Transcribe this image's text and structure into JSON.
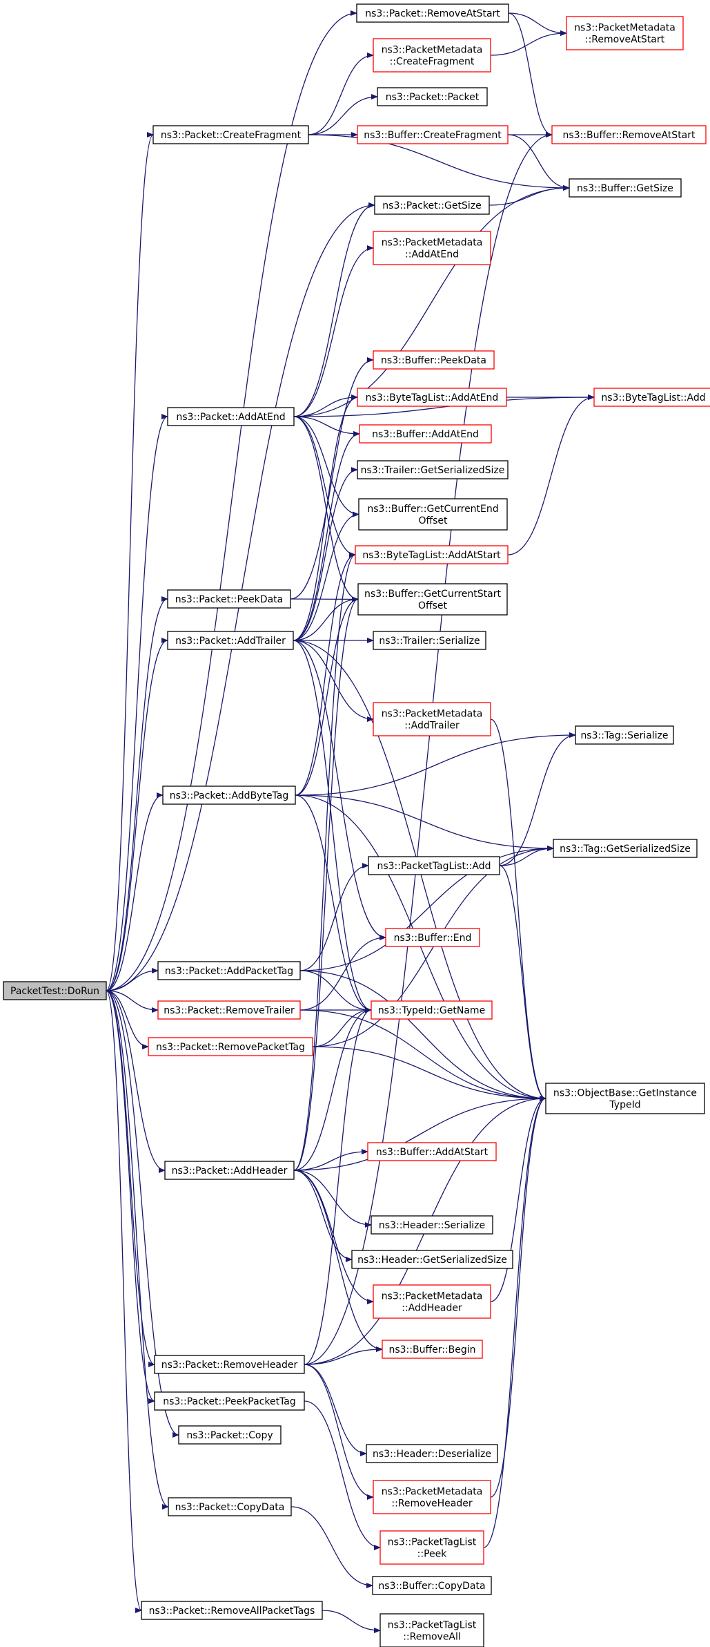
{
  "colors": {
    "edge": "#191970",
    "box_border_default": "#000000",
    "box_border_truncated": "#ff0000",
    "root_fill": "#bfbfbf",
    "box_fill": "#ffffff"
  },
  "nodes": [
    {
      "id": "root",
      "lines": [
        "PacketTest::DoRun"
      ],
      "style": "root"
    },
    {
      "id": "p_removeatstart",
      "lines": [
        "ns3::Packet::RemoveAtStart"
      ],
      "style": "black"
    },
    {
      "id": "pm_removeatstart",
      "lines": [
        "ns3::PacketMetadata",
        "::RemoveAtStart"
      ],
      "style": "red"
    },
    {
      "id": "pm_createfragment",
      "lines": [
        "ns3::PacketMetadata",
        "::CreateFragment"
      ],
      "style": "red"
    },
    {
      "id": "p_packet",
      "lines": [
        "ns3::Packet::Packet"
      ],
      "style": "black"
    },
    {
      "id": "p_createfragment",
      "lines": [
        "ns3::Packet::CreateFragment"
      ],
      "style": "black"
    },
    {
      "id": "b_createfragment",
      "lines": [
        "ns3::Buffer::CreateFragment"
      ],
      "style": "red"
    },
    {
      "id": "b_removeatstart",
      "lines": [
        "ns3::Buffer::RemoveAtStart"
      ],
      "style": "red"
    },
    {
      "id": "p_getsize",
      "lines": [
        "ns3::Packet::GetSize"
      ],
      "style": "black"
    },
    {
      "id": "b_getsize",
      "lines": [
        "ns3::Buffer::GetSize"
      ],
      "style": "black"
    },
    {
      "id": "pm_addatend",
      "lines": [
        "ns3::PacketMetadata",
        "::AddAtEnd"
      ],
      "style": "red"
    },
    {
      "id": "b_peekdata",
      "lines": [
        "ns3::Buffer::PeekData"
      ],
      "style": "red"
    },
    {
      "id": "p_addatend",
      "lines": [
        "ns3::Packet::AddAtEnd"
      ],
      "style": "black"
    },
    {
      "id": "btl_addatend",
      "lines": [
        "ns3::ByteTagList::AddAtEnd"
      ],
      "style": "red"
    },
    {
      "id": "btl_add",
      "lines": [
        "ns3::ByteTagList::Add"
      ],
      "style": "red"
    },
    {
      "id": "b_addatend",
      "lines": [
        "ns3::Buffer::AddAtEnd"
      ],
      "style": "red"
    },
    {
      "id": "tr_getserializedsize",
      "lines": [
        "ns3::Trailer::GetSerializedSize"
      ],
      "style": "black"
    },
    {
      "id": "b_getcurrentendoffset",
      "lines": [
        "ns3::Buffer::GetCurrentEnd",
        "Offset"
      ],
      "style": "black"
    },
    {
      "id": "btl_addatstart",
      "lines": [
        "ns3::ByteTagList::AddAtStart"
      ],
      "style": "red"
    },
    {
      "id": "p_peekdata",
      "lines": [
        "ns3::Packet::PeekData"
      ],
      "style": "black"
    },
    {
      "id": "b_getcurrentstartoffset",
      "lines": [
        "ns3::Buffer::GetCurrentStart",
        "Offset"
      ],
      "style": "black"
    },
    {
      "id": "p_addtrailer",
      "lines": [
        "ns3::Packet::AddTrailer"
      ],
      "style": "black"
    },
    {
      "id": "tr_serialize",
      "lines": [
        "ns3::Trailer::Serialize"
      ],
      "style": "black"
    },
    {
      "id": "pm_addtrailer",
      "lines": [
        "ns3::PacketMetadata",
        "::AddTrailer"
      ],
      "style": "red"
    },
    {
      "id": "tag_serialize",
      "lines": [
        "ns3::Tag::Serialize"
      ],
      "style": "black"
    },
    {
      "id": "p_addbytetag",
      "lines": [
        "ns3::Packet::AddByteTag"
      ],
      "style": "black"
    },
    {
      "id": "tag_getserializedsize",
      "lines": [
        "ns3::Tag::GetSerializedSize"
      ],
      "style": "black"
    },
    {
      "id": "ptl_add",
      "lines": [
        "ns3::PacketTagList::Add"
      ],
      "style": "black"
    },
    {
      "id": "b_end",
      "lines": [
        "ns3::Buffer::End"
      ],
      "style": "red"
    },
    {
      "id": "p_addpackettag",
      "lines": [
        "ns3::Packet::AddPacketTag"
      ],
      "style": "black"
    },
    {
      "id": "p_removetrailer",
      "lines": [
        "ns3::Packet::RemoveTrailer"
      ],
      "style": "red"
    },
    {
      "id": "tid_getname",
      "lines": [
        "ns3::TypeId::GetName"
      ],
      "style": "red"
    },
    {
      "id": "p_removepackettag",
      "lines": [
        "ns3::Packet::RemovePacketTag"
      ],
      "style": "red"
    },
    {
      "id": "ob_getinstancetypeid",
      "lines": [
        "ns3::ObjectBase::GetInstance",
        "TypeId"
      ],
      "style": "black"
    },
    {
      "id": "b_addatstart",
      "lines": [
        "ns3::Buffer::AddAtStart"
      ],
      "style": "red"
    },
    {
      "id": "p_addheader",
      "lines": [
        "ns3::Packet::AddHeader"
      ],
      "style": "black"
    },
    {
      "id": "h_serialize",
      "lines": [
        "ns3::Header::Serialize"
      ],
      "style": "black"
    },
    {
      "id": "h_getserializedsize",
      "lines": [
        "ns3::Header::GetSerializedSize"
      ],
      "style": "black"
    },
    {
      "id": "pm_addheader",
      "lines": [
        "ns3::PacketMetadata",
        "::AddHeader"
      ],
      "style": "red"
    },
    {
      "id": "b_begin",
      "lines": [
        "ns3::Buffer::Begin"
      ],
      "style": "red"
    },
    {
      "id": "p_removeheader",
      "lines": [
        "ns3::Packet::RemoveHeader"
      ],
      "style": "black"
    },
    {
      "id": "p_peekpackettag",
      "lines": [
        "ns3::Packet::PeekPacketTag"
      ],
      "style": "black"
    },
    {
      "id": "p_copy",
      "lines": [
        "ns3::Packet::Copy"
      ],
      "style": "black"
    },
    {
      "id": "h_deserialize",
      "lines": [
        "ns3::Header::Deserialize"
      ],
      "style": "black"
    },
    {
      "id": "pm_removeheader",
      "lines": [
        "ns3::PacketMetadata",
        "::RemoveHeader"
      ],
      "style": "red"
    },
    {
      "id": "p_copydata",
      "lines": [
        "ns3::Packet::CopyData"
      ],
      "style": "black"
    },
    {
      "id": "ptl_peek",
      "lines": [
        "ns3::PacketTagList",
        "::Peek"
      ],
      "style": "red"
    },
    {
      "id": "b_copydata",
      "lines": [
        "ns3::Buffer::CopyData"
      ],
      "style": "black"
    },
    {
      "id": "p_removeallpackettags",
      "lines": [
        "ns3::Packet::RemoveAllPacketTags"
      ],
      "style": "black"
    },
    {
      "id": "ptl_removeall",
      "lines": [
        "ns3::PacketTagList",
        "::RemoveAll"
      ],
      "style": "black"
    }
  ],
  "edges": [
    [
      "root",
      "p_removeatstart"
    ],
    [
      "root",
      "p_createfragment"
    ],
    [
      "root",
      "p_getsize"
    ],
    [
      "root",
      "p_addatend"
    ],
    [
      "root",
      "p_peekdata"
    ],
    [
      "root",
      "p_addtrailer"
    ],
    [
      "root",
      "p_addbytetag"
    ],
    [
      "root",
      "p_addpackettag"
    ],
    [
      "root",
      "p_removetrailer"
    ],
    [
      "root",
      "p_removepackettag"
    ],
    [
      "root",
      "p_addheader"
    ],
    [
      "root",
      "p_removeheader"
    ],
    [
      "root",
      "p_peekpackettag"
    ],
    [
      "root",
      "p_copy"
    ],
    [
      "root",
      "p_copydata"
    ],
    [
      "root",
      "p_removeallpackettags"
    ],
    [
      "p_removeatstart",
      "pm_removeatstart"
    ],
    [
      "p_removeatstart",
      "b_removeatstart"
    ],
    [
      "pm_createfragment",
      "pm_removeatstart"
    ],
    [
      "p_createfragment",
      "pm_createfragment"
    ],
    [
      "p_createfragment",
      "p_packet"
    ],
    [
      "p_createfragment",
      "b_createfragment"
    ],
    [
      "p_createfragment",
      "b_getsize"
    ],
    [
      "b_createfragment",
      "b_removeatstart"
    ],
    [
      "b_createfragment",
      "b_getsize"
    ],
    [
      "p_getsize",
      "b_getsize"
    ],
    [
      "p_addatend",
      "p_getsize"
    ],
    [
      "p_addatend",
      "pm_addatend"
    ],
    [
      "p_addatend",
      "b_getsize"
    ],
    [
      "p_addatend",
      "btl_add"
    ],
    [
      "p_addatend",
      "btl_addatend"
    ],
    [
      "p_addatend",
      "b_addatend"
    ],
    [
      "p_addatend",
      "b_getcurrentendoffset"
    ],
    [
      "p_addatend",
      "btl_addatstart"
    ],
    [
      "p_addatend",
      "b_getcurrentstartoffset"
    ],
    [
      "btl_addatend",
      "btl_add"
    ],
    [
      "btl_addatstart",
      "btl_add"
    ],
    [
      "p_peekdata",
      "b_peekdata"
    ],
    [
      "p_peekdata",
      "b_getcurrentstartoffset"
    ],
    [
      "p_addtrailer",
      "tr_getserializedsize"
    ],
    [
      "p_addtrailer",
      "b_getcurrentendoffset"
    ],
    [
      "p_addtrailer",
      "b_getcurrentstartoffset"
    ],
    [
      "p_addtrailer",
      "btl_addatend"
    ],
    [
      "p_addtrailer",
      "b_addatend"
    ],
    [
      "p_addtrailer",
      "tr_serialize"
    ],
    [
      "p_addtrailer",
      "pm_addtrailer"
    ],
    [
      "p_addtrailer",
      "b_end"
    ],
    [
      "p_addtrailer",
      "tid_getname"
    ],
    [
      "p_addtrailer",
      "ob_getinstancetypeid"
    ],
    [
      "pm_addtrailer",
      "ob_getinstancetypeid"
    ],
    [
      "p_addbytetag",
      "tag_serialize"
    ],
    [
      "p_addbytetag",
      "tag_getserializedsize"
    ],
    [
      "p_addbytetag",
      "btl_addatstart"
    ],
    [
      "p_addbytetag",
      "b_getcurrentstartoffset"
    ],
    [
      "p_addbytetag",
      "tid_getname"
    ],
    [
      "p_addbytetag",
      "ob_getinstancetypeid"
    ],
    [
      "ptl_add",
      "tag_serialize"
    ],
    [
      "ptl_add",
      "tag_getserializedsize"
    ],
    [
      "ptl_add",
      "ob_getinstancetypeid"
    ],
    [
      "p_addpackettag",
      "ptl_add"
    ],
    [
      "p_addpackettag",
      "tag_getserializedsize"
    ],
    [
      "p_addpackettag",
      "tid_getname"
    ],
    [
      "p_addpackettag",
      "ob_getinstancetypeid"
    ],
    [
      "p_removetrailer",
      "b_end"
    ],
    [
      "p_removetrailer",
      "tid_getname"
    ],
    [
      "p_removetrailer",
      "ob_getinstancetypeid"
    ],
    [
      "p_removepackettag",
      "tid_getname"
    ],
    [
      "p_removepackettag",
      "tag_getserializedsize"
    ],
    [
      "p_removepackettag",
      "ob_getinstancetypeid"
    ],
    [
      "p_addheader",
      "b_addatstart"
    ],
    [
      "p_addheader",
      "h_serialize"
    ],
    [
      "p_addheader",
      "h_getserializedsize"
    ],
    [
      "p_addheader",
      "pm_addheader"
    ],
    [
      "p_addheader",
      "b_begin"
    ],
    [
      "p_addheader",
      "tid_getname"
    ],
    [
      "p_addheader",
      "ob_getinstancetypeid"
    ],
    [
      "p_addheader",
      "b_getcurrentstartoffset"
    ],
    [
      "p_addheader",
      "btl_addatstart"
    ],
    [
      "pm_addheader",
      "ob_getinstancetypeid"
    ],
    [
      "p_removeheader",
      "b_begin"
    ],
    [
      "p_removeheader",
      "b_removeatstart"
    ],
    [
      "p_removeheader",
      "ob_getinstancetypeid"
    ],
    [
      "p_removeheader",
      "h_deserialize"
    ],
    [
      "p_removeheader",
      "pm_removeheader"
    ],
    [
      "p_removeheader",
      "tid_getname"
    ],
    [
      "pm_removeheader",
      "ob_getinstancetypeid"
    ],
    [
      "p_peekpackettag",
      "ptl_peek"
    ],
    [
      "ptl_peek",
      "ob_getinstancetypeid"
    ],
    [
      "p_copydata",
      "b_copydata"
    ],
    [
      "p_removeallpackettags",
      "ptl_removeall"
    ]
  ]
}
